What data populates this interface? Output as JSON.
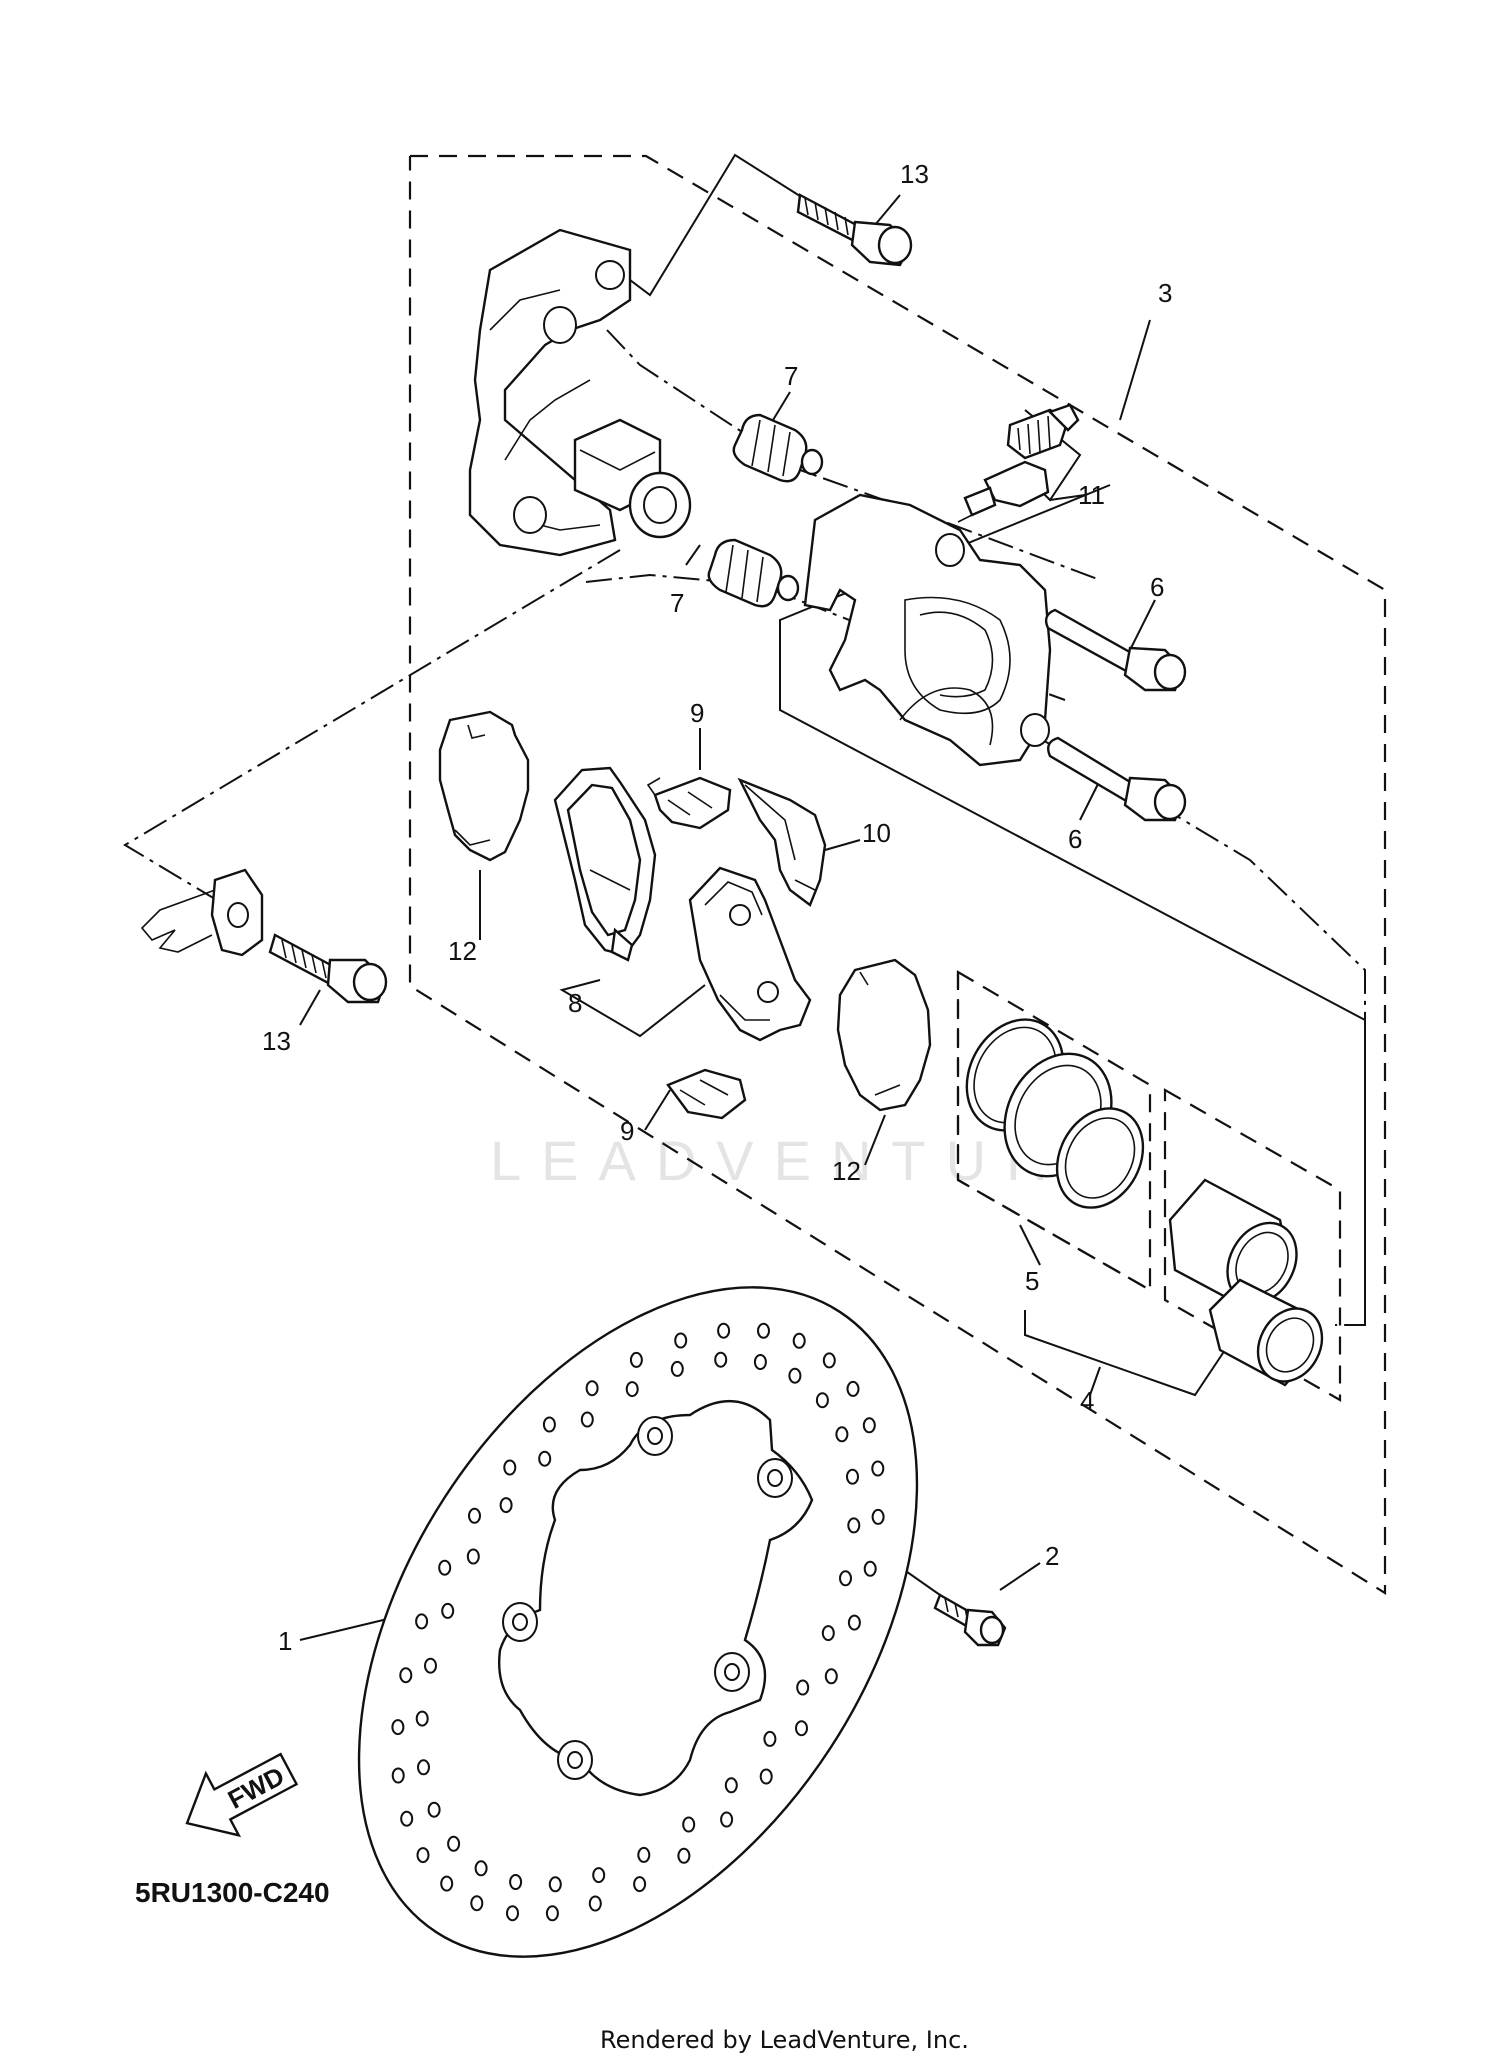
{
  "diagram_code": "5RU1300-C240",
  "footer_text": "Rendered by LeadVenture, Inc.",
  "watermark_text": "LEADVENTURE",
  "fwd_label": "FWD",
  "callouts": {
    "c1": "1",
    "c2": "2",
    "c3": "3",
    "c4": "4",
    "c5": "5",
    "c6a": "6",
    "c6b": "6",
    "c7a": "7",
    "c7b": "7",
    "c8": "8",
    "c9a": "9",
    "c9b": "9",
    "c10": "10",
    "c11": "11",
    "c12a": "12",
    "c12b": "12",
    "c13a": "13",
    "c13b": "13"
  }
}
